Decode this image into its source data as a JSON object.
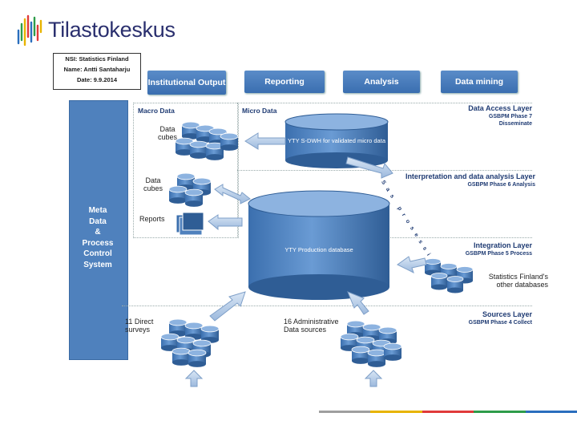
{
  "logo": {
    "name": "Tilastokeskus",
    "icon": "bar-cluster-logo-icon"
  },
  "info": {
    "nsi": "NSI: Statistics Finland",
    "name": "Name: Antti Santaharju",
    "date": "Date: 9.9.2014"
  },
  "meta": {
    "lines": [
      "Meta",
      "Data",
      "&",
      "Process",
      "Control",
      "System"
    ]
  },
  "buttons": {
    "institutional": "Institutional Output",
    "reporting": "Reporting",
    "analysis": "Analysis",
    "datamining": "Data mining"
  },
  "labels": {
    "macro": "Macro Data",
    "micro": "Micro Data",
    "cubes1": "Data cubes",
    "cubes2": "Data cubes",
    "reports": "Reports",
    "sdwh": "YTY S-DWH for validated micro data",
    "production": "YTY Production database",
    "other_db": "Statistics Finland's other databases",
    "direct": "11 Direct surveys",
    "admin": "16 Administrative Data sources",
    "vertical": "Sas prosessit"
  },
  "layers": {
    "access": {
      "title": "Data Access Layer",
      "phase": "GSBPM Phase 7",
      "sub": "Disseminate"
    },
    "interp": {
      "title": "Interpretation and data analysis Layer",
      "phase": "GSBPM Phase 6 Analysis"
    },
    "integ": {
      "title": "Integration Layer",
      "phase": "GSBPM Phase 5 Process"
    },
    "sources": {
      "title": "Sources Layer",
      "phase": "GSBPM Phase 4 Collect"
    }
  },
  "colors": {
    "primary_blue": "#4f81bd",
    "button_blue": "#3a6eb0",
    "logo_navy": "#2a2f6e",
    "footer": [
      "#9e9e9e",
      "#e8b400",
      "#e03a3a",
      "#2e9c4a",
      "#2a6ebd"
    ]
  }
}
